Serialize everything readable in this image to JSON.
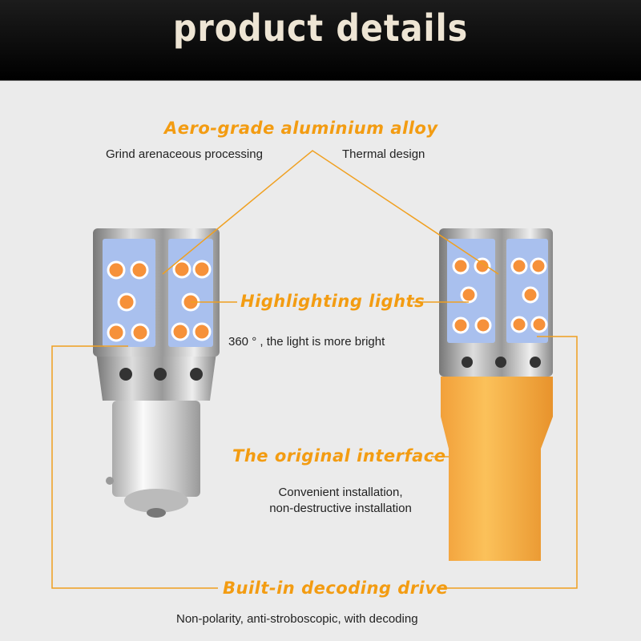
{
  "header": {
    "title": "product details"
  },
  "features": [
    {
      "title": "Aero-grade aluminium alloy",
      "notes": [
        "Grind arenaceous processing",
        "Thermal design"
      ]
    },
    {
      "title": "Highlighting lights",
      "notes": [
        "360 ° , the light is more bright"
      ]
    },
    {
      "title": "The original interface",
      "notes": [
        "Convenient installation,",
        "non-destructive installation"
      ]
    },
    {
      "title": "Built-in decoding drive",
      "notes": [
        "Non-polarity, anti-stroboscopic, with decoding"
      ]
    }
  ],
  "colors": {
    "accent": "#f39c12",
    "led": "#f6913a",
    "panel": "#a9c0ee",
    "base": "#f5a623"
  }
}
